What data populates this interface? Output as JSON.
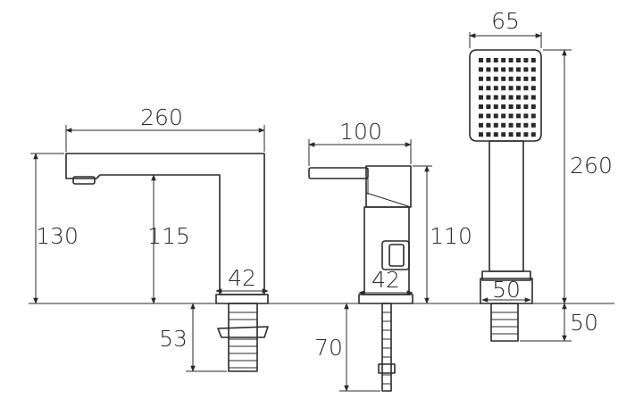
{
  "spout": {
    "width_label": "260",
    "height_total_label": "130",
    "height_outlet_label": "115",
    "base_label": "42",
    "pipe_label": "53"
  },
  "mixer": {
    "width_label": "100",
    "height_label": "110",
    "base_label": "42",
    "pipe_label": "70"
  },
  "shower": {
    "width_label": "65",
    "height_label": "260",
    "base_label": "50",
    "pipe_label": "50"
  },
  "colors": {
    "ink": "#2a2a2a",
    "background": "#ffffff"
  }
}
